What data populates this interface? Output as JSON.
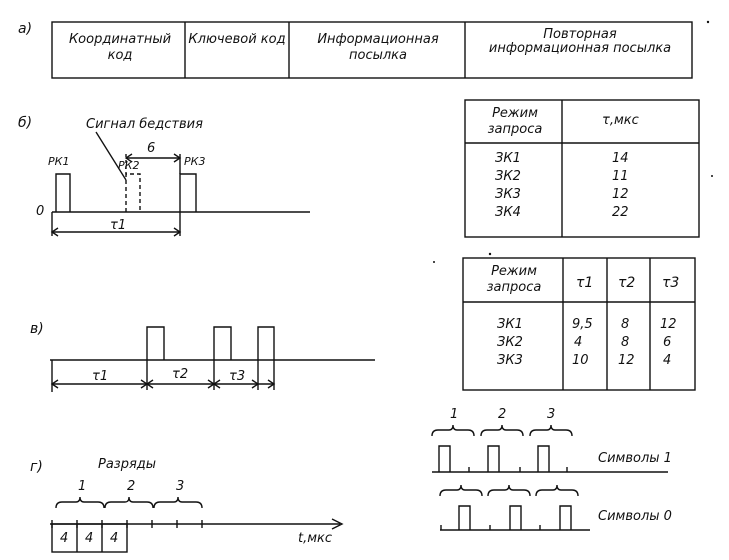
{
  "a": {
    "label": "а)",
    "cells": [
      "Координатный код",
      "Ключевой код",
      "Информационная посылка",
      "Повторная информационная посылка"
    ]
  },
  "b": {
    "label": "б)",
    "distress_label": "Сигнал бедствия",
    "pulse1": "РК1",
    "pulse2": "РК2",
    "pulse3": "РК3",
    "six": "6",
    "zero": "0",
    "tau": "τ1"
  },
  "table1": {
    "headers": [
      "Режим запроса",
      "τ,мкс"
    ],
    "rows": [
      [
        "ЗК1",
        "14"
      ],
      [
        "ЗК2",
        "11"
      ],
      [
        "ЗК3",
        "12"
      ],
      [
        "ЗК4",
        "22"
      ]
    ]
  },
  "table2": {
    "headers": [
      "Режим запроса",
      "τ1",
      "τ2",
      "τ3"
    ],
    "rows": [
      [
        "ЗК1",
        "9,5",
        "8",
        "12"
      ],
      [
        "ЗК2",
        "4",
        "8",
        "6"
      ],
      [
        "ЗК3",
        "10",
        "12",
        "4"
      ]
    ]
  },
  "v": {
    "label": "в)",
    "taus": [
      "τ1",
      "τ2",
      "τ3"
    ]
  },
  "g": {
    "label": "г)",
    "razryady": "Разряды",
    "nums": [
      "1",
      "2",
      "3"
    ],
    "cells": [
      "4",
      "4",
      "4"
    ],
    "axis": "t,мкс"
  },
  "symbols": {
    "nums": [
      "1",
      "2",
      "3"
    ],
    "sym1": "Символы 1",
    "sym0": "Символы 0"
  }
}
